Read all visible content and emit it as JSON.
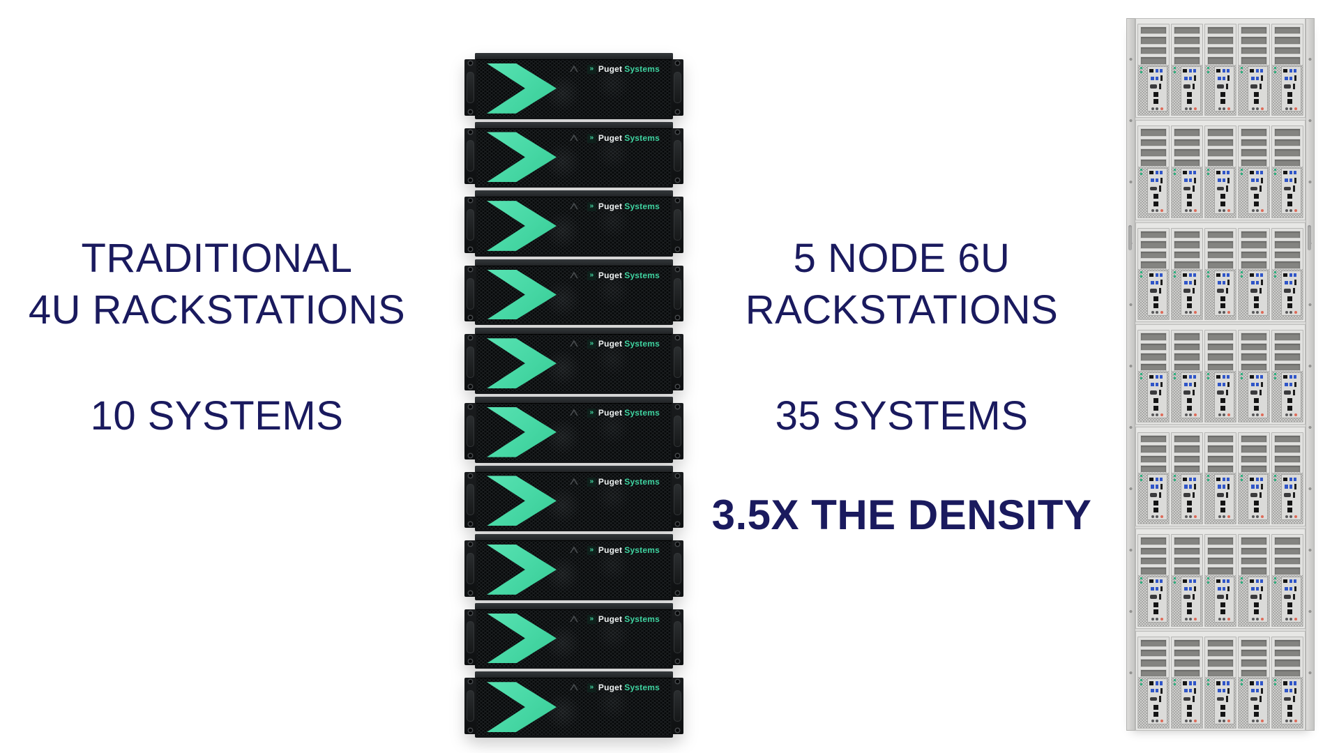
{
  "slide": {
    "background_color": "#ffffff",
    "text_color": "#1a1a5e",
    "accent_color": "#46d7a4"
  },
  "left_panel": {
    "title_line1": "TRADITIONAL",
    "title_line2": "4U RACKSTATIONS",
    "systems_count": "10 SYSTEMS"
  },
  "right_panel": {
    "title_line1": "5 NODE 6U",
    "title_line2": "RACKSTATIONS",
    "systems_count": "35 SYSTEMS",
    "density": "3.5X THE DENSITY"
  },
  "rack_4u": {
    "unit_count": 10,
    "logo_icon_glyph": "»",
    "logo_brand": "Puget",
    "logo_suffix": "Systems"
  },
  "rack_6u": {
    "chassis_count": 7,
    "nodes_per_chassis": 5
  }
}
